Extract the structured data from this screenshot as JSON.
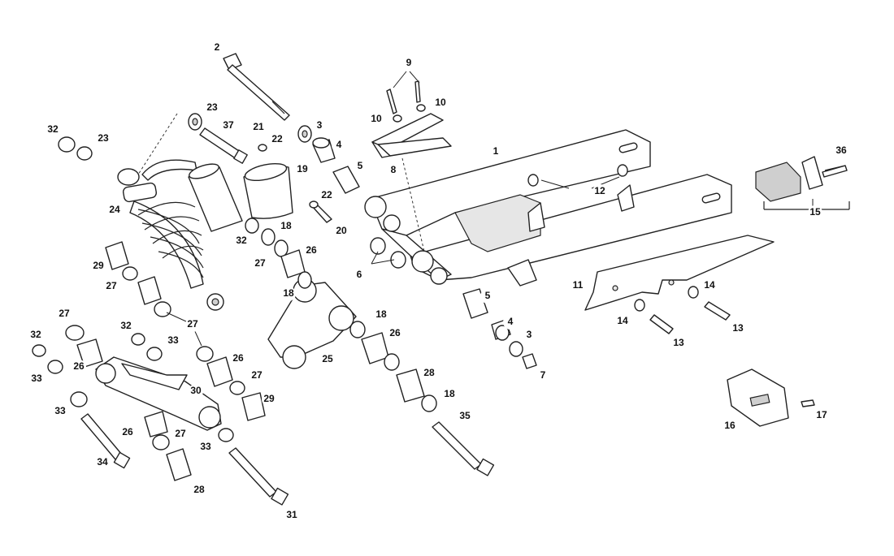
{
  "diagram": {
    "callouts": [
      "1",
      "2",
      "3",
      "3",
      "4",
      "4",
      "5",
      "5",
      "6",
      "7",
      "8",
      "9",
      "10",
      "10",
      "11",
      "12",
      "13",
      "13",
      "14",
      "14",
      "15",
      "16",
      "17",
      "18",
      "18",
      "18",
      "18",
      "19",
      "20",
      "21",
      "22",
      "22",
      "23",
      "23",
      "24",
      "25",
      "26",
      "26",
      "26",
      "26",
      "26",
      "27",
      "27",
      "27",
      "27",
      "27",
      "27",
      "28",
      "28",
      "29",
      "29",
      "30",
      "31",
      "32",
      "32",
      "32",
      "32",
      "33",
      "33",
      "33",
      "33",
      "34",
      "35",
      "36",
      "37"
    ]
  }
}
